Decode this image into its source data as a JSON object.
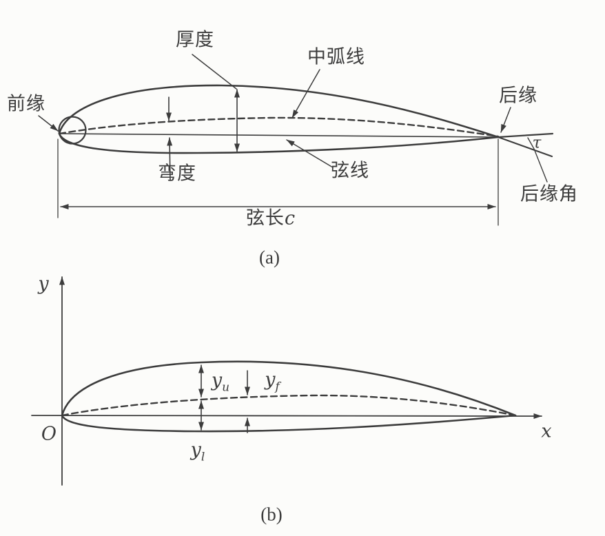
{
  "figure": {
    "description": "Airfoil geometry definition diagram (two panels)",
    "ink_color": "#3c3c3c",
    "paper_color": "#fcfcfa",
    "panel_a": {
      "caption": "(a)",
      "labels": {
        "leading_edge": "前缘",
        "thickness": "厚度",
        "mean_camber_line": "中弧线",
        "trailing_edge": "后缘",
        "camber": "弯度",
        "chord_line": "弦线",
        "trailing_edge_angle": "后缘角",
        "tau": "τ",
        "chord_length": {
          "text": "弦长",
          "var": "c"
        }
      }
    },
    "panel_b": {
      "caption": "(b)",
      "axis": {
        "y": "y",
        "x": "x",
        "origin": "O"
      },
      "ordinates": {
        "upper": {
          "base": "y",
          "sub": "u"
        },
        "camber": {
          "base": "y",
          "sub": "f"
        },
        "lower": {
          "base": "y",
          "sub": "l"
        }
      }
    }
  }
}
